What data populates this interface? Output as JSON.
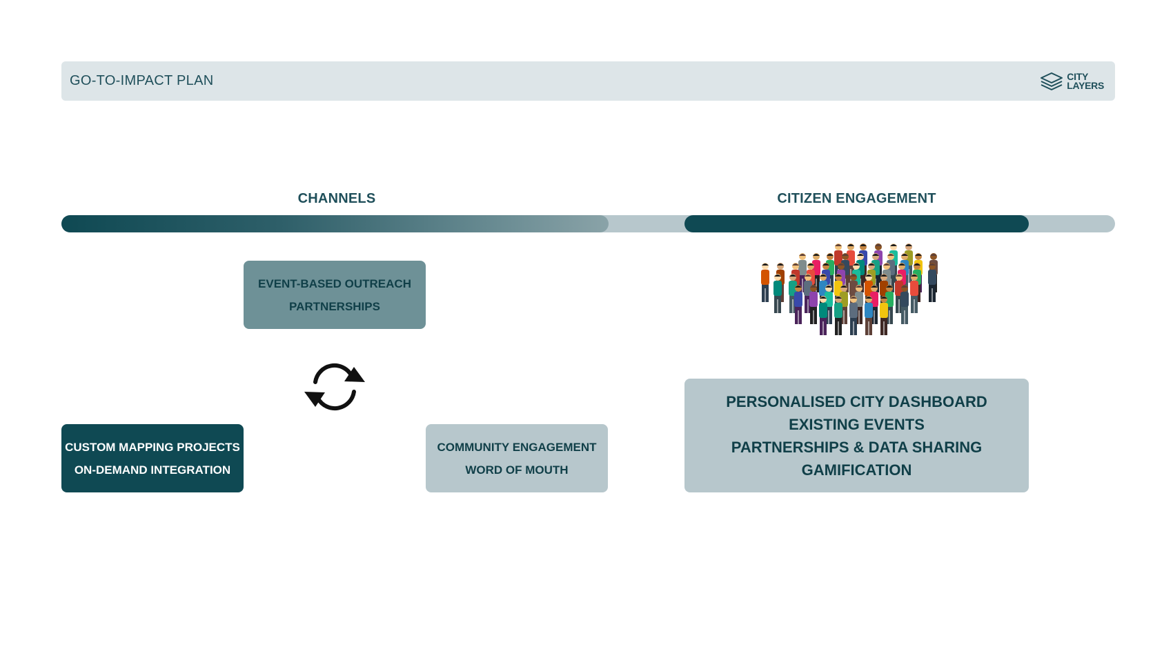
{
  "header": {
    "title": "GO-TO-IMPACT PLAN",
    "logo_line1": "CITY",
    "logo_line2": "LAYERS"
  },
  "sections": {
    "channels_label": "CHANNELS",
    "citizen_label": "CITIZEN ENGAGEMENT"
  },
  "boxes": {
    "outreach": [
      "EVENT-BASED OUTREACH",
      "PARTNERSHIPS"
    ],
    "custom": [
      "CUSTOM MAPPING PROJECTS",
      "ON-DEMAND INTEGRATION"
    ],
    "community": [
      "COMMUNITY ENGAGEMENT",
      "WORD OF MOUTH"
    ],
    "citizen": [
      "PERSONALISED CITY DASHBOARD",
      "EXISTING EVENTS",
      "PARTNERSHIPS & DATA SHARING",
      "GAMIFICATION"
    ]
  },
  "icons": {
    "logo": "layers-icon",
    "cycle": "refresh-cycle-icon",
    "crowd": "crowd-people-icon"
  },
  "colors": {
    "dark_teal": "#0f4953",
    "mid_teal": "#6e9197",
    "light_gray": "#b7c7cc",
    "header_bg": "#dde5e8"
  }
}
